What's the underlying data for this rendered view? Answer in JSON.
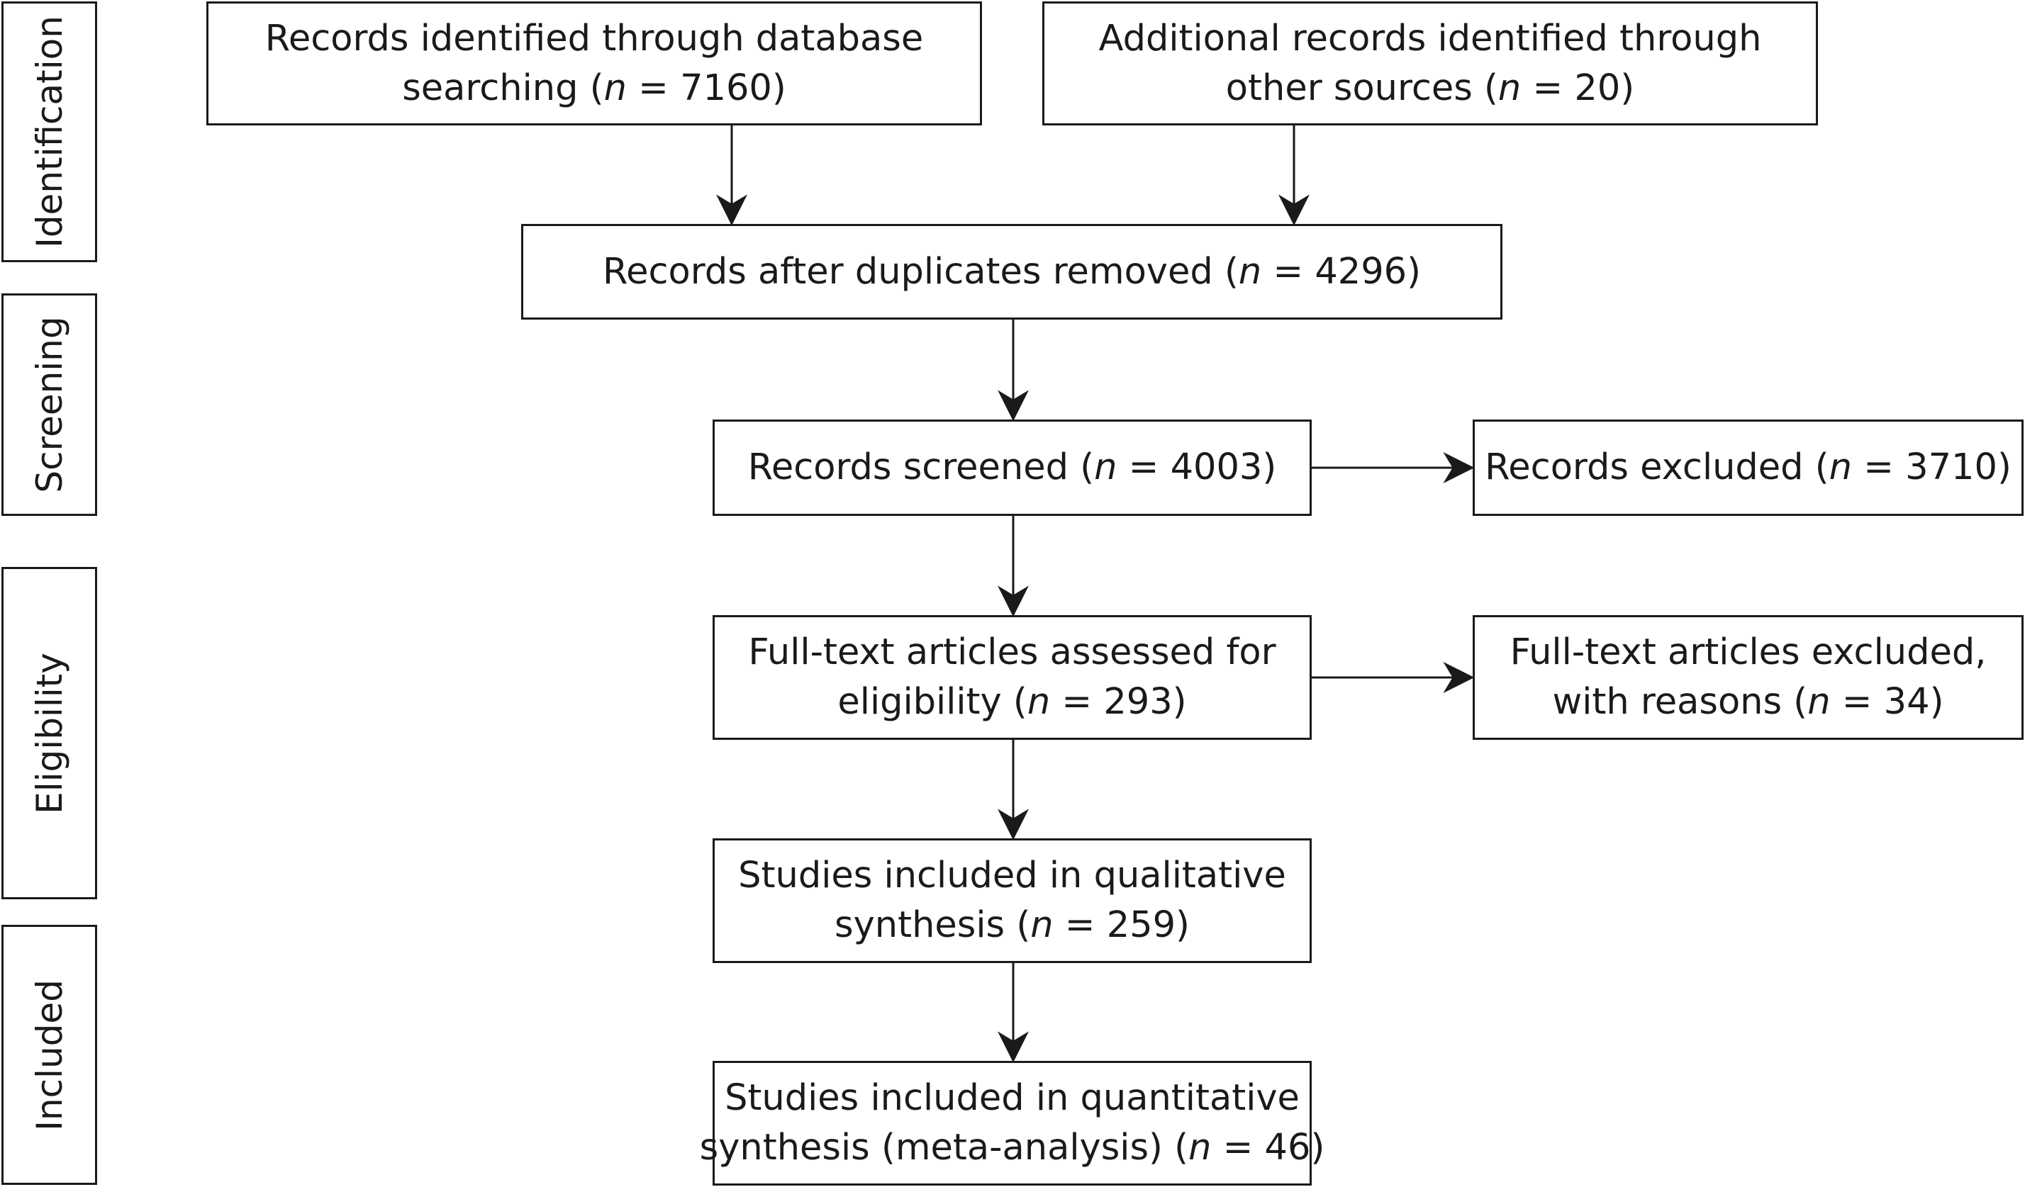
{
  "stages": {
    "identification": "Identification",
    "screening": "Screening",
    "eligibility": "Eligibility",
    "included": "Included"
  },
  "boxes": {
    "database": {
      "line1": "Records identified through database",
      "line2_pre": "searching (",
      "var": "n",
      "line2_post": " = 7160)"
    },
    "other_sources": {
      "line1": "Additional records identified through",
      "line2_pre": "other sources (",
      "var": "n",
      "line2_post": " = 20)"
    },
    "duplicates_removed": {
      "line1_pre": "Records after duplicates removed (",
      "var": "n",
      "line1_post": " = 4296)"
    },
    "screened": {
      "line1_pre": "Records screened (",
      "var": "n",
      "line1_post": " = 4003)"
    },
    "excluded": {
      "line1_pre": "Records excluded (",
      "var": "n",
      "line1_post": " = 3710)"
    },
    "full_text_assessed": {
      "line1": "Full-text articles assessed for",
      "line2_pre": "eligibility (",
      "var": "n",
      "line2_post": " = 293)"
    },
    "full_text_excluded": {
      "line1": "Full-text articles excluded,",
      "line2_pre": "with reasons (",
      "var": "n",
      "line2_post": " = 34)"
    },
    "qualitative": {
      "line1": "Studies included in qualitative",
      "line2_pre": "synthesis (",
      "var": "n",
      "line2_post": " = 259)"
    },
    "quantitative": {
      "line1": "Studies included in quantitative",
      "line2_pre": "synthesis (meta-analysis) (",
      "var": "n",
      "line2_post": " = 46)"
    }
  }
}
